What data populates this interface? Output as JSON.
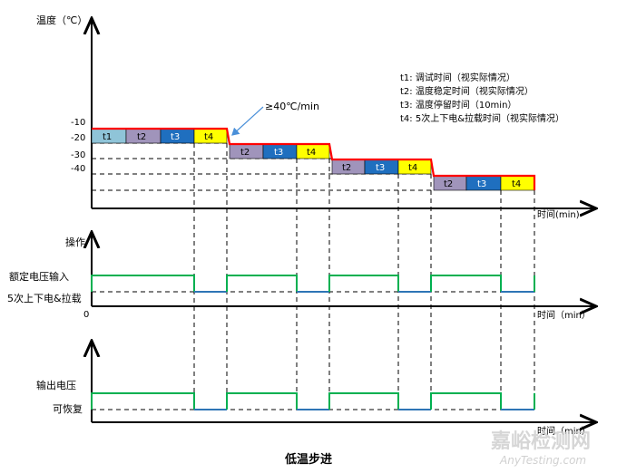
{
  "temp_panel": {
    "y_axis_label": "温度（℃）",
    "x_axis_label": "时间(min)",
    "ticks": [
      "-10",
      "-20",
      "-30",
      "-40"
    ],
    "ramp_label": "≥40℃/min",
    "steps": [
      {
        "segments": [
          "t1",
          "t2",
          "t3",
          "t4"
        ]
      },
      {
        "segments": [
          "t2",
          "t3",
          "t4"
        ]
      },
      {
        "segments": [
          "t2",
          "t3",
          "t4"
        ]
      },
      {
        "segments": [
          "t2",
          "t3",
          "t4"
        ]
      }
    ],
    "legend": [
      "t1: 调试时间（视实际情况）",
      "t2: 温度稳定时间（视实际情况）",
      "t3: 温度停留时间（10min）",
      "t4: 5次上下电&拉载时间（视实际情况）"
    ]
  },
  "op_panel": {
    "y_axis_label": "操作",
    "level_high": "额定电压输入",
    "level_low": "5次上下电&拉载",
    "origin": "0",
    "x_axis_label": "时间（min）"
  },
  "out_panel": {
    "level_high": "输出电压",
    "level_low": "可恢复",
    "x_axis_label": "时间（min）"
  },
  "caption": "低温步进",
  "watermark": {
    "line1": "嘉峪检测网",
    "line2": "AnyTesting.com"
  },
  "colors": {
    "profile": "#ff0000",
    "t1": "#8fc4d8",
    "t2": "#a094bb",
    "t3": "#1f6fbf",
    "t4": "#ffff00",
    "signal_high": "#00b050",
    "signal_low": "#2e75b6",
    "arrow": "#4a90d9"
  }
}
